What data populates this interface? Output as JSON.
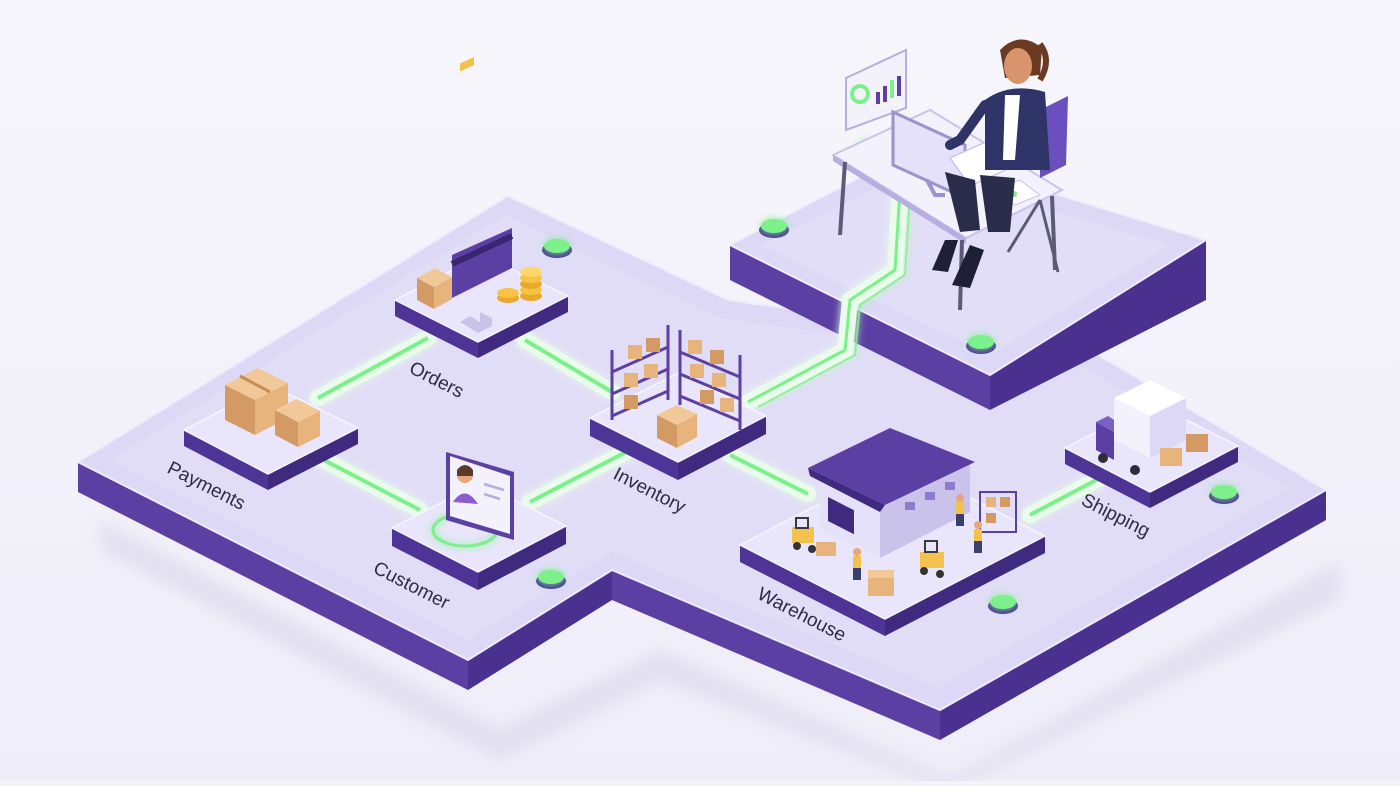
{
  "modules": {
    "orders": "Orders",
    "payments": "Payments",
    "customer": "Customer",
    "inventory": "Inventory",
    "warehouse": "Warehouse",
    "shipping": "Shipping"
  },
  "connections": [
    [
      "payments",
      "orders"
    ],
    [
      "payments",
      "customer"
    ],
    [
      "orders",
      "inventory"
    ],
    [
      "customer",
      "inventory"
    ],
    [
      "inventory",
      "operator-desk"
    ],
    [
      "inventory",
      "warehouse"
    ],
    [
      "warehouse",
      "shipping"
    ]
  ],
  "colors": {
    "platform_top": "#dcd8f5",
    "platform_side": "#5c3fa3",
    "tile_top": "#e9e6fb",
    "tile_side": "#4d3496",
    "connector": "#7cf08a",
    "connector_glow": "#bff5c4",
    "accent": "#6a4fbf"
  },
  "icons": [
    "boxes-icon",
    "credit-card-icon",
    "coins-icon",
    "id-card-icon",
    "shelves-icon",
    "warehouse-building-icon",
    "forklift-icon",
    "delivery-truck-icon",
    "dashboard-icon",
    "computer-monitor-icon"
  ]
}
